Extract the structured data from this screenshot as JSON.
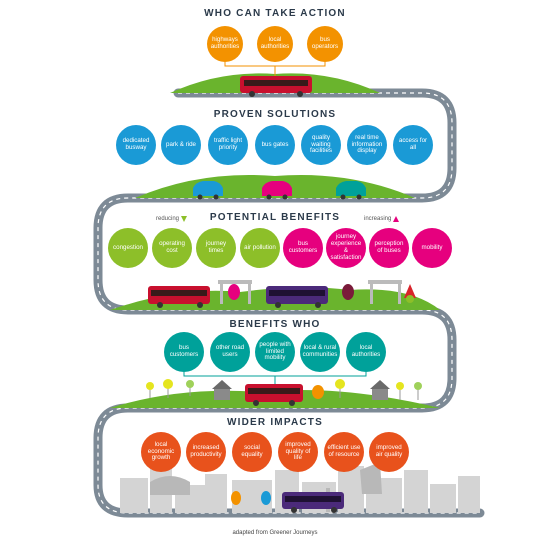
{
  "sections": [
    {
      "title": "WHO CAN TAKE ACTION",
      "color": "#f39200",
      "items": [
        "highways authorities",
        "local authorities",
        "bus operators"
      ]
    },
    {
      "title": "PROVEN SOLUTIONS",
      "color": "#1a9ad6",
      "items": [
        "dedicated busway",
        "park & ride",
        "traffic light priority",
        "bus gates",
        "quality waiting facilities",
        "real time information display",
        "access for all"
      ]
    },
    {
      "title": "POTENTIAL BENEFITS",
      "groups": [
        {
          "note": "reducing",
          "color": "#8dbf29",
          "items": [
            "congestion",
            "operating cost",
            "journey times",
            "air pollution"
          ]
        },
        {
          "note": "increasing",
          "color": "#e6007e",
          "items": [
            "bus customers",
            "journey experience & satisfaction",
            "perception of buses",
            "mobility"
          ]
        }
      ]
    },
    {
      "title": "BENEFITS WHO",
      "color": "#00a19a",
      "items": [
        "bus customers",
        "other road users",
        "people with limited mobility",
        "local & rural communities",
        "local authorities"
      ]
    },
    {
      "title": "WIDER IMPACTS",
      "color": "#e8521c",
      "items": [
        "local economic growth",
        "increased productivity",
        "social equality",
        "improved quality of life",
        "efficient use of resource",
        "improved air quality"
      ]
    }
  ],
  "credit": "adapted from Greener Journeys",
  "colors": {
    "road": "#7d8a96",
    "hill": "#6ab42d",
    "hill_light": "#9fd15a",
    "bus_red": "#c8102e",
    "bus_purple": "#4b2a7a",
    "city": "#cfcfcf"
  }
}
